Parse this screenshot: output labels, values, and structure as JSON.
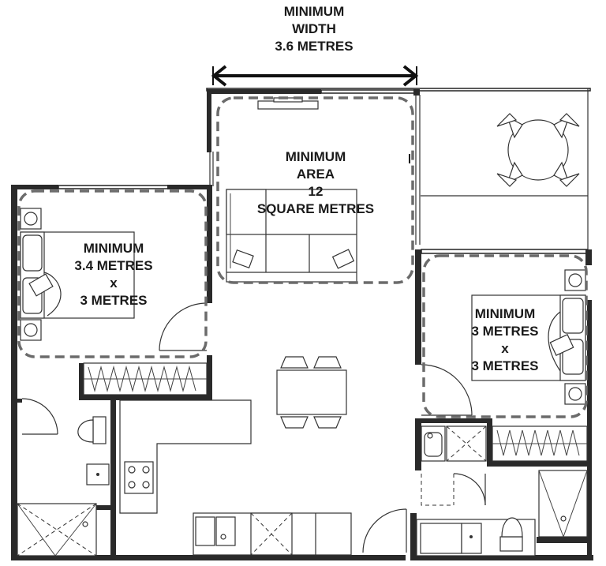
{
  "width_annotation": {
    "lines": [
      "MINIMUM",
      "WIDTH",
      "3.6 METRES"
    ]
  },
  "living_annotation": {
    "lines": [
      "MINIMUM",
      "AREA",
      "12",
      "SQUARE METRES"
    ]
  },
  "bedroom1_annotation": {
    "lines": [
      "MINIMUM",
      "3.4 METRES",
      "x",
      "3 METRES"
    ]
  },
  "bedroom2_annotation": {
    "lines": [
      "MINIMUM",
      "3 METRES",
      "x",
      "3 METRES"
    ]
  },
  "colors": {
    "wall": "#2a2a2a",
    "zone_dash": "#6b6b6b",
    "line": "#333333",
    "background": "#ffffff"
  }
}
